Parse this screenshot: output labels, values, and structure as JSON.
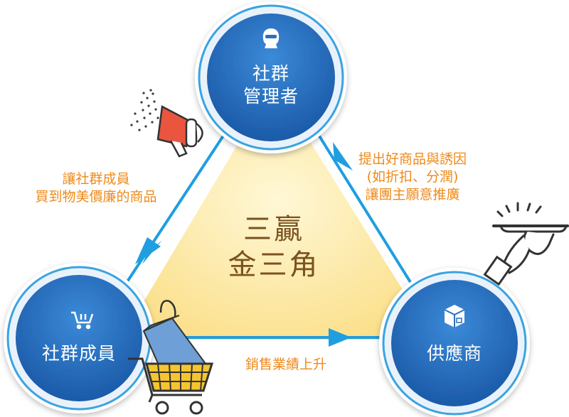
{
  "nodes": {
    "admin": {
      "line1": "社群",
      "line2": "管理者"
    },
    "members": {
      "label": "社群成員"
    },
    "supplier": {
      "label": "供應商"
    }
  },
  "center": {
    "line1": "三贏",
    "line2": "金三角"
  },
  "edges": {
    "left": {
      "line1": "讓社群成員",
      "line2": "買到物美價廉的商品"
    },
    "right": {
      "line1": "提出好商品與誘因",
      "line2": "(如折扣、分潤)",
      "line3": "讓團主願意推廣"
    },
    "bottom": {
      "label": "銷售業績上升"
    }
  },
  "icons": {
    "admin": "person-badge-icon",
    "members": "cart-icon",
    "supplier": "package-icon",
    "megaphone": "megaphone-icon",
    "cloche": "serving-tray-icon",
    "shopping": "shopping-bag-cart-icon"
  },
  "colors": {
    "circle_blue": "#2a6fc1",
    "circle_ring": "#3aa3e0",
    "arrow_blue": "#1f9ee0",
    "orange_text": "#ee8a1b",
    "center_text": "#7a5220",
    "triangle_fill": "#fde9a7"
  }
}
